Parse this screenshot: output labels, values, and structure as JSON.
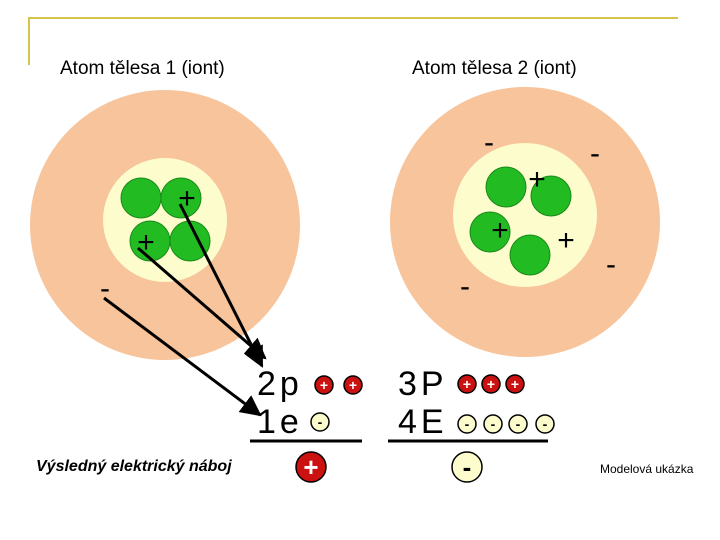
{
  "title_atom1": "Atom tělesa 1 (iont)",
  "title_atom2": "Atom tělesa 2 (iont)",
  "formula1": {
    "line1": "2p",
    "line2": "1e"
  },
  "formula2": {
    "line1": "3P",
    "line2": "4E"
  },
  "result_label": "Výsledný elektrický náboj",
  "result1": "+",
  "result2": "-",
  "model_label": "Modelová ukázka",
  "symbols": {
    "plus": "+",
    "minus": "-"
  },
  "colors": {
    "atom_cloud": "#f7c49b",
    "nucleus": "#fdfccc",
    "neutron": "#22bb22",
    "proton_badge": "#cc1111",
    "frame": "#d6c44a"
  }
}
